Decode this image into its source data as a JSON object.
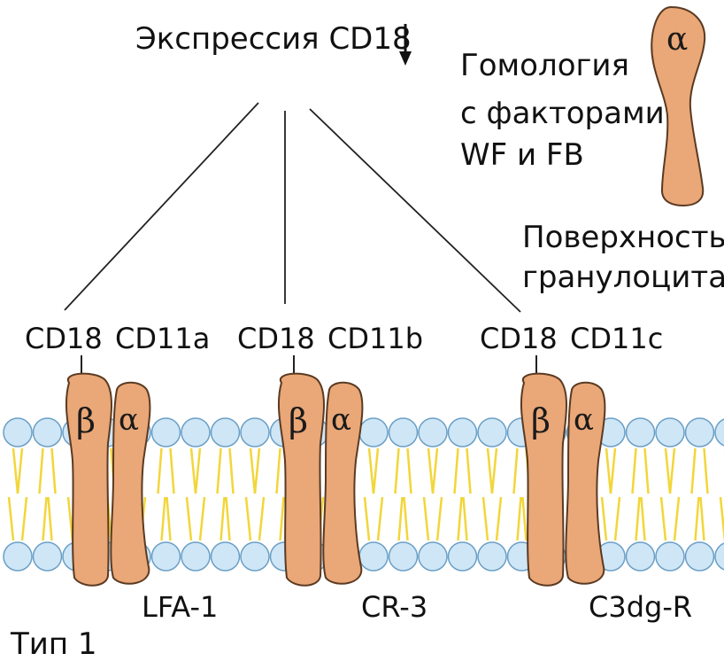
{
  "title": "Экспрессия CD18",
  "title_arrow": "down-arrow",
  "homology_lines": [
    "Гомология",
    "с факторами",
    "WF и FB"
  ],
  "surface_lines": [
    "Поверхность",
    "гранулоцита"
  ],
  "type_label": "Тип 1",
  "free_alpha_symbol": "α",
  "colors": {
    "protein_fill": "#EAA777",
    "protein_stroke": "#5a3a22",
    "head_fill": "#CFE6F6",
    "head_stroke": "#6A9FC6",
    "tail": "#F2D63A",
    "line": "#222222"
  },
  "receptors": [
    {
      "beta_label": "CD18",
      "alpha_label": "CD11a",
      "name": "LFA-1",
      "beta_symbol": "β",
      "alpha_symbol": "α"
    },
    {
      "beta_label": "CD18",
      "alpha_label": "CD11b",
      "name": "CR-3",
      "beta_symbol": "β",
      "alpha_symbol": "α"
    },
    {
      "beta_label": "CD18",
      "alpha_label": "CD11c",
      "name": "C3dg-R",
      "beta_symbol": "β",
      "alpha_symbol": "α"
    }
  ]
}
